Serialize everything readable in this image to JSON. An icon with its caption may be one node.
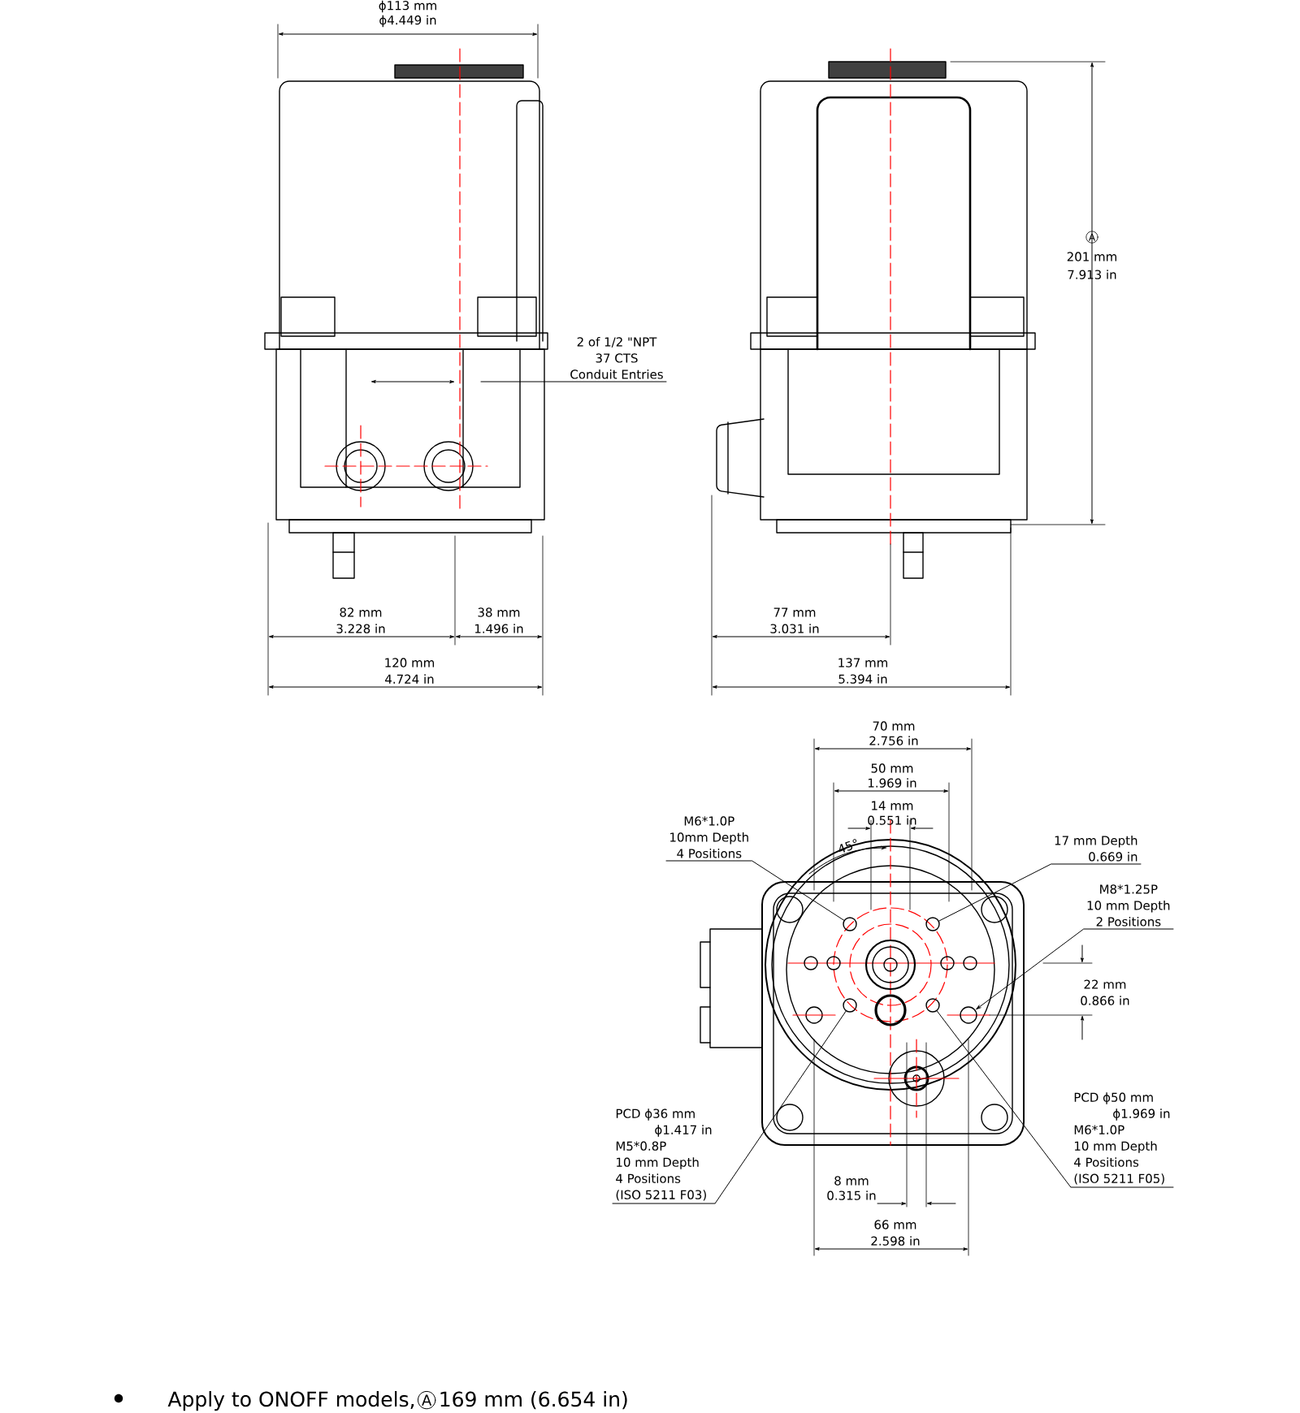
{
  "diagram": {
    "nodes": [
      {
        "text": [
          "2 of 1/2 \"NPT",
          "37 CTS",
          "Conduit Entries"
        ]
      },
      {
        "text": [
          "M6*1.0P",
          "10mm Depth",
          "4 Positions"
        ]
      },
      {
        "text": [
          "17 mm Depth",
          "0.669 in"
        ]
      },
      {
        "text": [
          "M8*1.25P",
          "10 mm Depth",
          "2 Positions"
        ]
      },
      {
        "text": [
          "PCD ϕ36 mm",
          "ϕ1.417 in",
          "M5*0.8P",
          "10 mm Depth",
          "4 Positions",
          "(ISO 5211 F03)"
        ]
      },
      {
        "text": [
          "PCD ϕ50 mm",
          "ϕ1.969 in",
          "M6*1.0P",
          "10 mm Depth",
          "4 Positions",
          "(ISO 5211 F05)"
        ]
      },
      {
        "text": [],
        "shape": "circle"
      },
      {
        "text": [],
        "shape": "circle"
      },
      {
        "text": [],
        "shape": "circle"
      },
      {
        "text": [],
        "shape": "circle"
      },
      {
        "text": [],
        "shape": "circle"
      }
    ],
    "edges": [
      {
        "from": 0,
        "to": null,
        "arrow": "none"
      },
      {
        "from": 1,
        "to": 6,
        "arrow": "none"
      },
      {
        "from": 2,
        "to": 7,
        "arrow": "none"
      },
      {
        "from": 3,
        "to": 10,
        "arrow": "to"
      },
      {
        "from": 4,
        "to": 8,
        "arrow": "none"
      },
      {
        "from": 5,
        "to": 9,
        "arrow": "none"
      }
    ],
    "labels": [
      "ϕ113 mm",
      "ϕ4.449 in",
      "A",
      "201 mm",
      "7.913 in",
      "82 mm",
      "3.228 in",
      "38 mm",
      "1.496 in",
      "77 mm",
      "3.031 in",
      "120 mm",
      "4.724 in",
      "137 mm",
      "5.394 in",
      "70 mm",
      "2.756 in",
      "50 mm",
      "1.969 in",
      "14 mm",
      "0.551 in",
      "45°",
      "22 mm",
      "0.866 in",
      "8 mm",
      "0.315 in",
      "66 mm",
      "2.598 in",
      "Apply to ONOFF models,",
      "A",
      "169 mm (6.654 in)"
    ]
  }
}
